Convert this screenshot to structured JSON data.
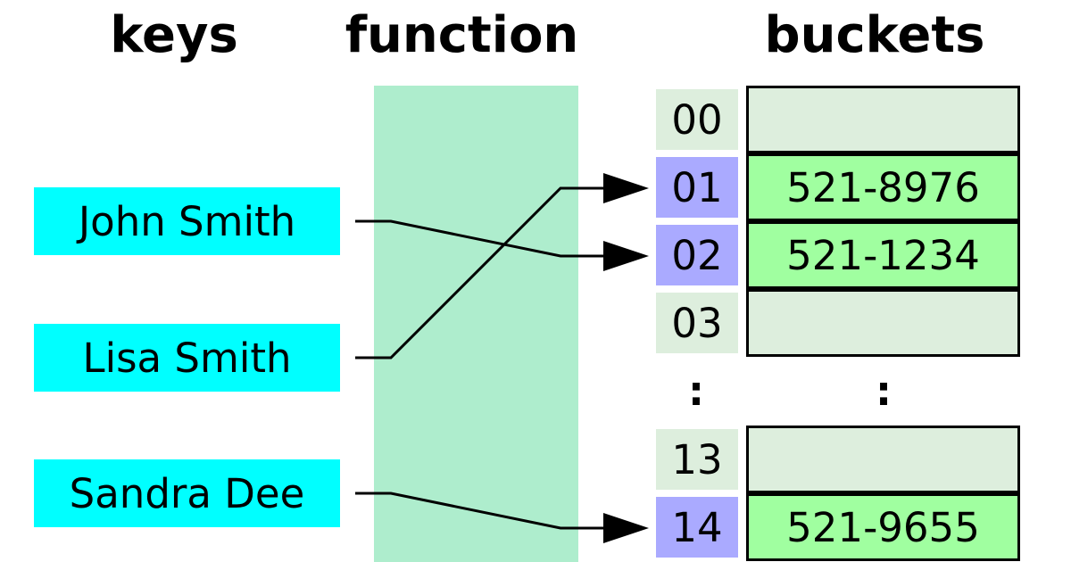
{
  "headings": {
    "keys": "keys",
    "function": "function",
    "buckets": "buckets"
  },
  "keys": [
    {
      "label": "John Smith",
      "maps_to": "02"
    },
    {
      "label": "Lisa Smith",
      "maps_to": "01"
    },
    {
      "label": "Sandra Dee",
      "maps_to": "14"
    }
  ],
  "indices": [
    {
      "label": "00",
      "hit": false
    },
    {
      "label": "01",
      "hit": true
    },
    {
      "label": "02",
      "hit": true
    },
    {
      "label": "03",
      "hit": false
    },
    {
      "label": "13",
      "hit": false
    },
    {
      "label": "14",
      "hit": true
    }
  ],
  "buckets": [
    {
      "index": "00",
      "value": ""
    },
    {
      "index": "01",
      "value": "521-8976"
    },
    {
      "index": "02",
      "value": "521-1234"
    },
    {
      "index": "03",
      "value": ""
    },
    {
      "index": "13",
      "value": ""
    },
    {
      "index": "14",
      "value": "521-9655"
    }
  ],
  "ellipsis": ":",
  "colors": {
    "key_box": "#00ffff",
    "function_area": "#aeedcd",
    "index_empty": "#ddeedd",
    "index_hit": "#aaaaff",
    "bucket_empty": "#ddeedd",
    "bucket_filled": "#a0ffa0",
    "line": "#000000"
  }
}
